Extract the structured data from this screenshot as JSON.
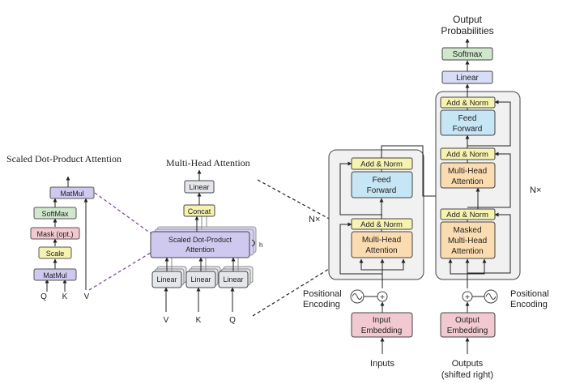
{
  "sdpa": {
    "title": "Scaled Dot-Product Attention",
    "matmul_top": "MatMul",
    "softmax": "SoftMax",
    "mask": "Mask (opt.)",
    "scale": "Scale",
    "matmul_bottom": "MatMul",
    "q": "Q",
    "k": "K",
    "v": "V"
  },
  "mha": {
    "title": "Multi-Head Attention",
    "linear_out": "Linear",
    "concat": "Concat",
    "sdpa_line1": "Scaled Dot-Product",
    "sdpa_line2": "Attention",
    "h": "h",
    "linear_v": "Linear",
    "linear_k": "Linear",
    "linear_q": "Linear",
    "v": "V",
    "k": "K",
    "q": "Q"
  },
  "transformer": {
    "output_probabilities_line1": "Output",
    "output_probabilities_line2": "Probabilities",
    "softmax": "Softmax",
    "linear": "Linear",
    "dec_addnorm_3": "Add & Norm",
    "dec_ff_line1": "Feed",
    "dec_ff_line2": "Forward",
    "dec_addnorm_2": "Add & Norm",
    "dec_mha_line1": "Multi-Head",
    "dec_mha_line2": "Attention",
    "dec_addnorm_1": "Add & Norm",
    "dec_masked_line1": "Masked",
    "dec_masked_line2": "Multi-Head",
    "dec_masked_line3": "Attention",
    "dec_nx": "N×",
    "enc_addnorm_2": "Add & Norm",
    "enc_ff_line1": "Feed",
    "enc_ff_line2": "Forward",
    "enc_addnorm_1": "Add & Norm",
    "enc_mha_line1": "Multi-Head",
    "enc_mha_line2": "Attention",
    "enc_nx": "N×",
    "enc_pos_line1": "Positional",
    "enc_pos_line2": "Encoding",
    "dec_pos_line1": "Positional",
    "dec_pos_line2": "Encoding",
    "input_emb_line1": "Input",
    "input_emb_line2": "Embedding",
    "output_emb_line1": "Output",
    "output_emb_line2": "Embedding",
    "inputs": "Inputs",
    "outputs_line1": "Outputs",
    "outputs_line2": "(shifted right)"
  },
  "colors": {
    "purple": "#cfc9ef",
    "pink": "#f2c9d1",
    "yellow": "#f6f2b0",
    "green": "#cfe8cc",
    "gray": "#e4e6ea",
    "blue": "#c6e5f5",
    "orange": "#fbdcb0",
    "block_bg": "#f1f1f1",
    "dash_purple": "#7c3fb0"
  }
}
